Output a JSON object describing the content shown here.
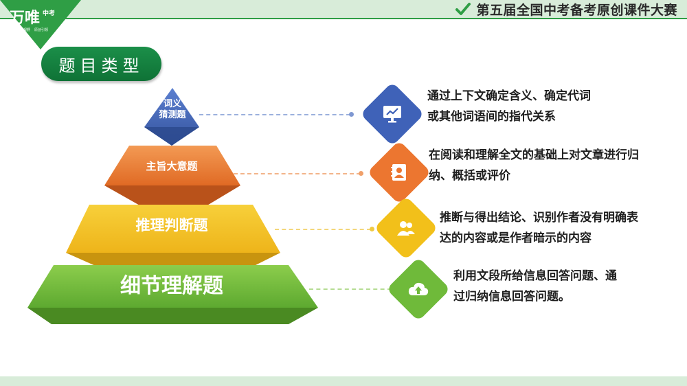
{
  "header": {
    "contest_title": "第五届全国中考备考原创课件大赛"
  },
  "logo": {
    "brand": "万唯",
    "badge": "中考",
    "slogan_left": "全国视野",
    "slogan_right": "原创引领"
  },
  "section_title": "题目类型",
  "pyramid": [
    {
      "label": "词义\n猜测题",
      "color": "#3f62b8"
    },
    {
      "label": "主旨大意题",
      "color": "#ec7630"
    },
    {
      "label": "推理判断题",
      "color": "#f2c01a"
    },
    {
      "label": "细节理解题",
      "color": "#6fba3a"
    }
  ],
  "items": [
    {
      "icon": "chart-monitor-icon",
      "color": "#3f62b8",
      "line1": "通过上下文确定含义、确定代词",
      "line2": "或其他词语间的指代关系"
    },
    {
      "icon": "contact-book-icon",
      "color": "#ec7630",
      "line1": "在阅读和理解全文的基础上对文章进行归",
      "line2": "纳、概括或评价"
    },
    {
      "icon": "users-icon",
      "color": "#f2c01a",
      "line1": "推断与得出结论、识别作者没有明确表",
      "line2": "达的内容或是作者暗示的内容"
    },
    {
      "icon": "cloud-upload-icon",
      "color": "#6fba3a",
      "line1": "利用文段所给信息回答问题、通",
      "line2": "过归纳信息回答问题。"
    }
  ]
}
